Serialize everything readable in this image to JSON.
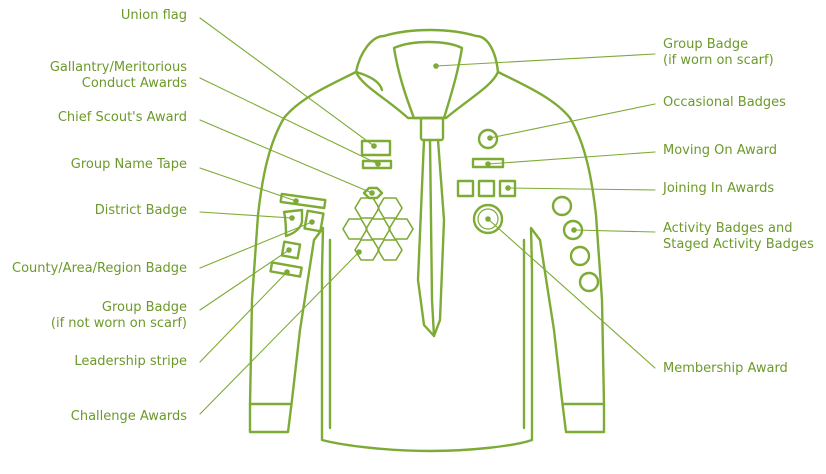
{
  "colors": {
    "accent": "#7dab35",
    "text": "#6c9a2a"
  },
  "labels": {
    "union_flag": "Union flag",
    "gallantry": [
      "Gallantry/Meritorious",
      "Conduct Awards"
    ],
    "chief_scout": "Chief Scout's Award",
    "group_name_tape": "Group Name Tape",
    "district_badge": "District Badge",
    "county_badge": "County/Area/Region Badge",
    "group_badge_not_scarf": [
      "Group Badge",
      "(if not worn on scarf)"
    ],
    "leadership_stripe": "Leadership stripe",
    "challenge_awards": "Challenge Awards",
    "group_badge_scarf": [
      "Group Badge",
      "(if worn on scarf)"
    ],
    "occasional_badges": "Occasional Badges",
    "moving_on": "Moving On Award",
    "joining_in": "Joining In Awards",
    "activity_badges": [
      "Activity Badges and",
      "Staged Activity Badges"
    ],
    "membership_award": "Membership Award"
  }
}
